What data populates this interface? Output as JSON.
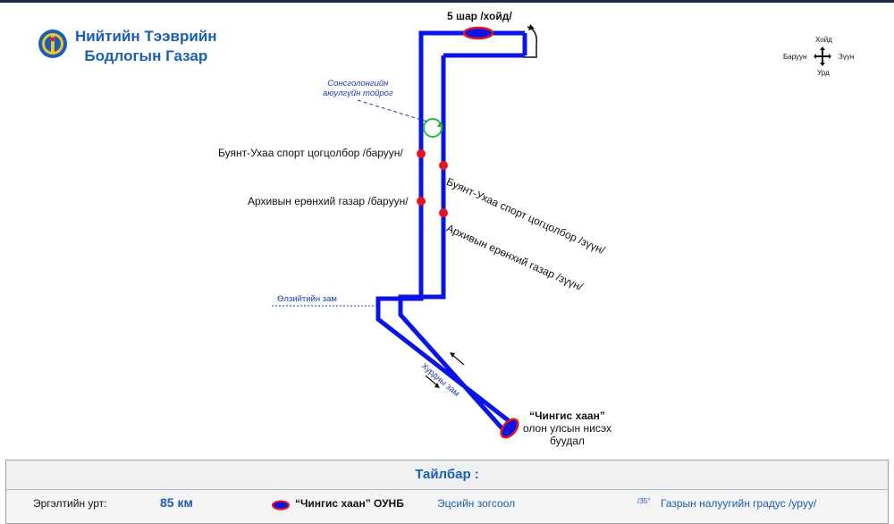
{
  "header": {
    "org_line1": "Нийтийн Тээврийн",
    "org_line2": "Бодлогын Газар",
    "logo_icon": "soyombo-emblem-icon"
  },
  "compass": {
    "north": "Хойд",
    "south": "Урд",
    "west": "Баруун",
    "east": "Зүүн",
    "icon": "four-way-arrow-icon"
  },
  "map": {
    "top_point_label": "5 шар /хойд/",
    "roundabout_label_line1": "Сонсголонгийн",
    "roundabout_label_line2": "аюулгүйн тойрог",
    "stops": {
      "stop_west_1": "Буянт-Ухаа спорт цогцолбор /баруун/",
      "stop_west_2": "Архивын ерөнхий газар /баруун/",
      "stop_east_1": "Буянт-Ухаа спорт цогцолбор /зүүн/",
      "stop_east_2": "Архивын ерөнхий газар /зүүн/"
    },
    "cross_street": "Өлзийтийн зам",
    "road_name": "Хурдны зам",
    "airport_line1": "“Чингис хаан”",
    "airport_line2": "олон улсын нисэх",
    "airport_line3": "буудал",
    "colors": {
      "route": "#0a14e6",
      "stop": "#e6141e",
      "roundabout": "#22c22e",
      "label_blue": "#1a3aa8"
    }
  },
  "legend": {
    "title": "Тайлбар :",
    "length_label": "Эргэлтийн урт:",
    "length_value": "85 км",
    "terminal_label": "“Чингис хаан” ОУНБ",
    "stop_label": "Эцсийн зогсоол",
    "grade_symbol": "/35°",
    "grade_label": "Газрын налуугийн градус /уруу/"
  }
}
